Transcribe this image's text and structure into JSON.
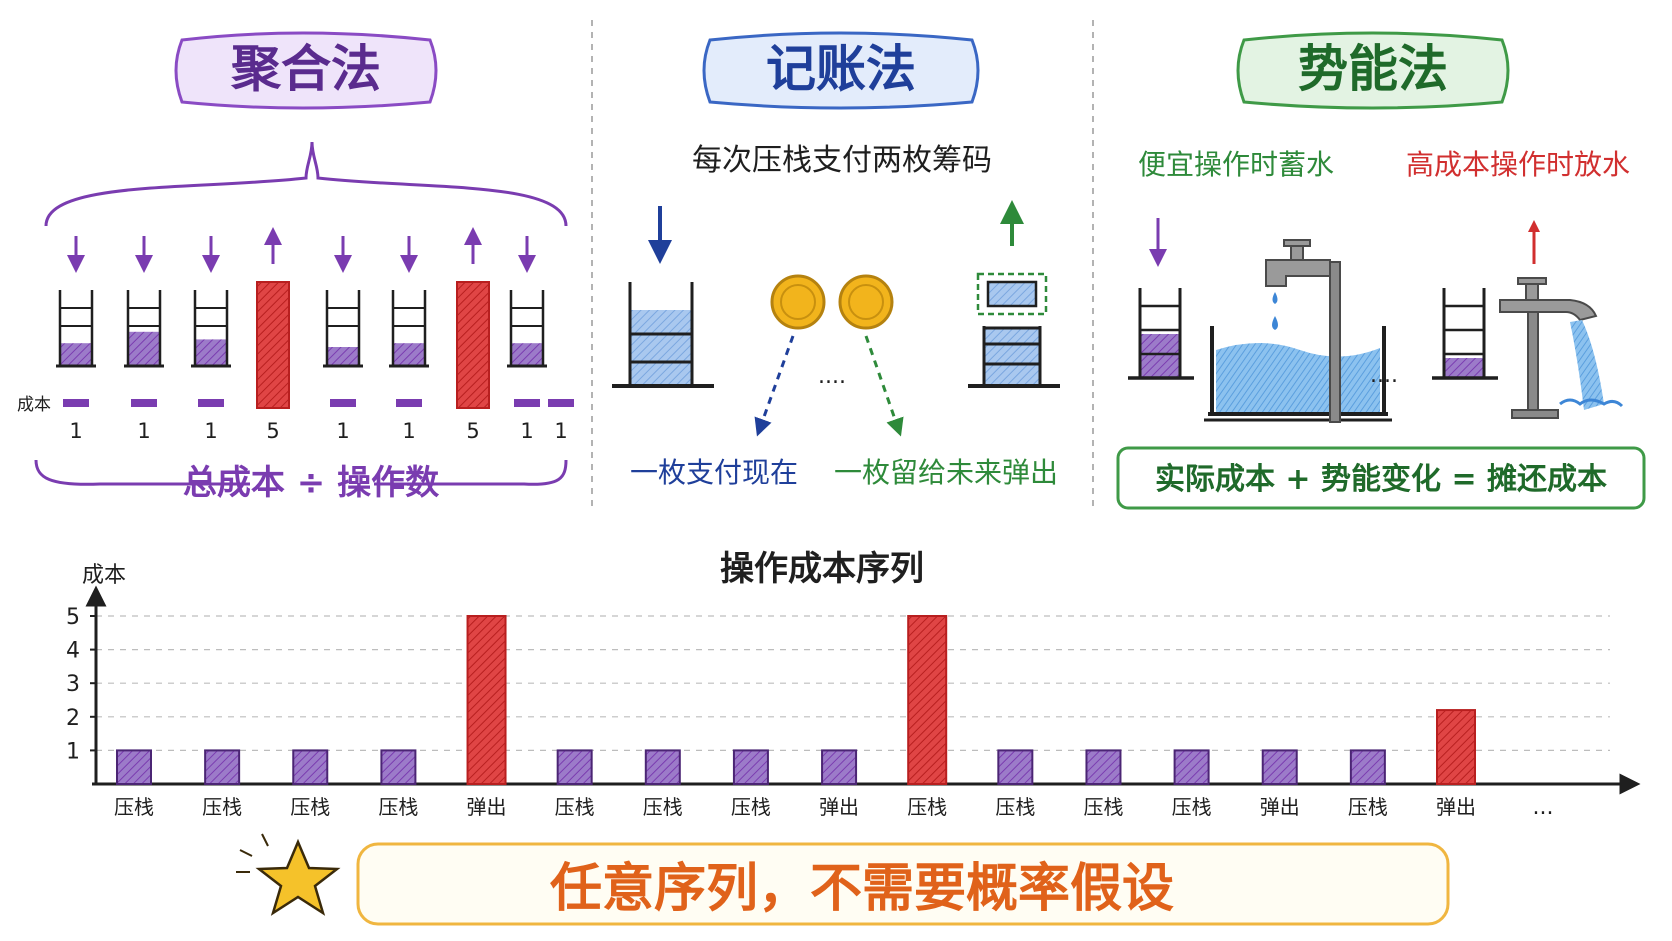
{
  "colors": {
    "purple": "#7a3cb0",
    "purple_fill": "#9c7bc9",
    "blue": "#1f3f9a",
    "blue_fill": "#8fb6e8",
    "green": "#2e8a3a",
    "red": "#d12f2f",
    "gold": "#f2b41c",
    "orange": "#e0621a",
    "ink": "#1f1f1f"
  },
  "aggregate": {
    "title": "聚合法",
    "cost_label": "成本",
    "ops": [
      {
        "dir": "down",
        "cost": "1",
        "level": 0.3
      },
      {
        "dir": "down",
        "cost": "1",
        "level": 0.45
      },
      {
        "dir": "down",
        "cost": "1",
        "level": 0.35
      },
      {
        "dir": "up",
        "cost": "5",
        "level": 0
      },
      {
        "dir": "down",
        "cost": "1",
        "level": 0.25
      },
      {
        "dir": "down",
        "cost": "1",
        "level": 0.3
      },
      {
        "dir": "up",
        "cost": "5",
        "level": 0
      },
      {
        "dir": "down",
        "cost": "1",
        "level": 0.3
      }
    ],
    "extra_cost": "1",
    "formula": "总成本 ÷ 操作数"
  },
  "accounting": {
    "title": "记账法",
    "subtitle": "每次压栈支付两枚筹码",
    "dots": "....",
    "left_label": "一枚支付现在",
    "right_label": "一枚留给未来弹出"
  },
  "potential": {
    "title": "势能法",
    "left_label": "便宜操作时蓄水",
    "right_label": "高成本操作时放水",
    "dots": "....",
    "formula": "实际成本 + 势能变化 = 摊还成本"
  },
  "chart_data": {
    "type": "bar",
    "title": "操作成本序列",
    "ylabel": "成本",
    "xlabel": "",
    "ylim": [
      0,
      5
    ],
    "yticks": [
      "1",
      "2",
      "3",
      "4",
      "5"
    ],
    "categories": [
      "压栈",
      "压栈",
      "压栈",
      "压栈",
      "弹出",
      "压栈",
      "压栈",
      "压栈",
      "弹出",
      "压栈",
      "压栈",
      "压栈",
      "压栈",
      "弹出",
      "压栈",
      "弹出"
    ],
    "values": [
      1,
      1,
      1,
      1,
      5,
      1,
      1,
      1,
      1,
      5,
      1,
      1,
      1,
      1,
      1,
      2.2
    ],
    "highlight": [
      false,
      false,
      false,
      false,
      true,
      false,
      false,
      false,
      false,
      true,
      false,
      false,
      false,
      false,
      false,
      true
    ],
    "trailing": "...",
    "grid": true
  },
  "footer": {
    "text": "任意序列，不需要概率假设",
    "star_icon": "star-icon"
  }
}
